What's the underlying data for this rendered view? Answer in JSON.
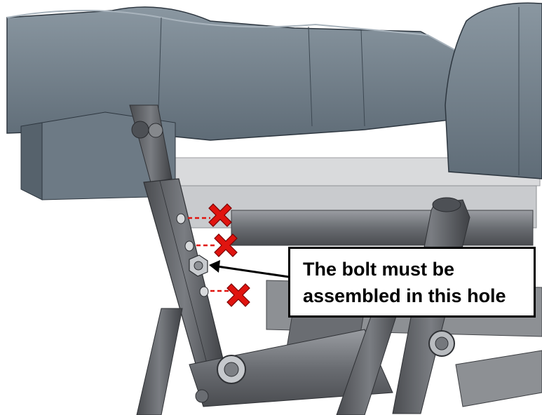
{
  "callout": {
    "line1": "The bolt must be",
    "line2": "assembled in this hole"
  },
  "colors": {
    "seat": "#6f7d88",
    "frame": "#5b5e63",
    "marker_red": "#e0140f",
    "callout_border": "#000000"
  },
  "markers": {
    "wrong_hole_icon": "cross-icon",
    "wrong_hole_count": 3,
    "correct_hole_arrow": "arrow-icon"
  }
}
